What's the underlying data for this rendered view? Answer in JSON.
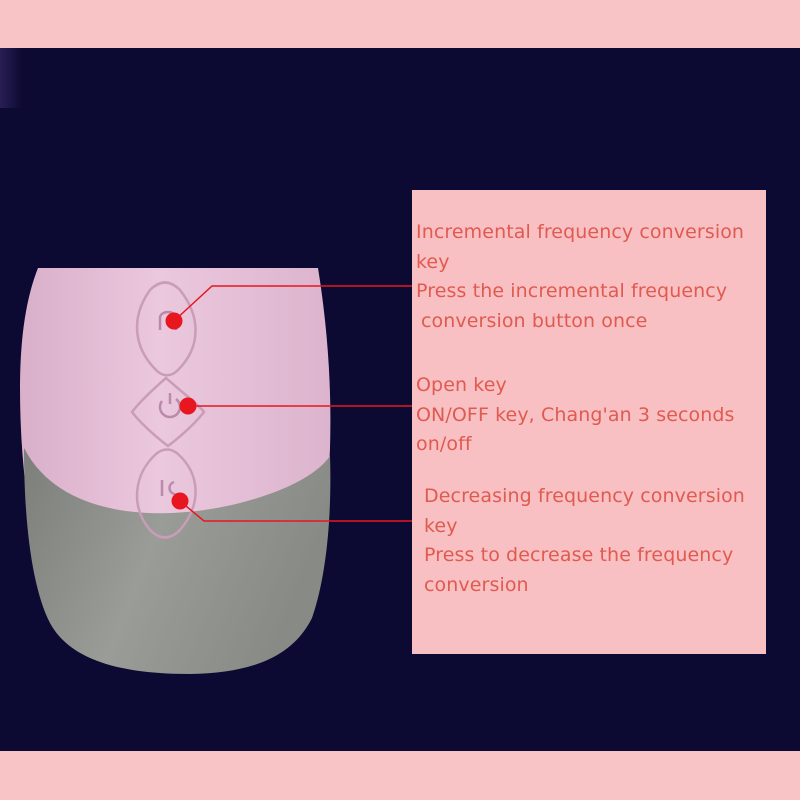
{
  "colors": {
    "page_background": "#f8c4c6",
    "stage_background": "#0c0a32",
    "panel_background": "#f8c0c2",
    "text": "#e05a50",
    "device_body": "#e8c4dc",
    "device_base": "#8c8e8a",
    "marker": "#e8161e"
  },
  "annotations": {
    "increase": {
      "title": "Incremental frequency conversion",
      "title_cont": "key",
      "desc": "Press the incremental frequency",
      "desc_cont": "conversion button once"
    },
    "power": {
      "title": "Open key",
      "desc": "ON/OFF key, Chang'an 3 seconds",
      "desc_cont": "on/off"
    },
    "decrease": {
      "title": "Decreasing frequency conversion",
      "title_cont": "key",
      "desc": "Press to decrease the frequency",
      "desc_cont": "conversion"
    }
  },
  "icons": {
    "increase": "arch-icon",
    "power": "power-icon",
    "decrease": "wave-icon"
  }
}
